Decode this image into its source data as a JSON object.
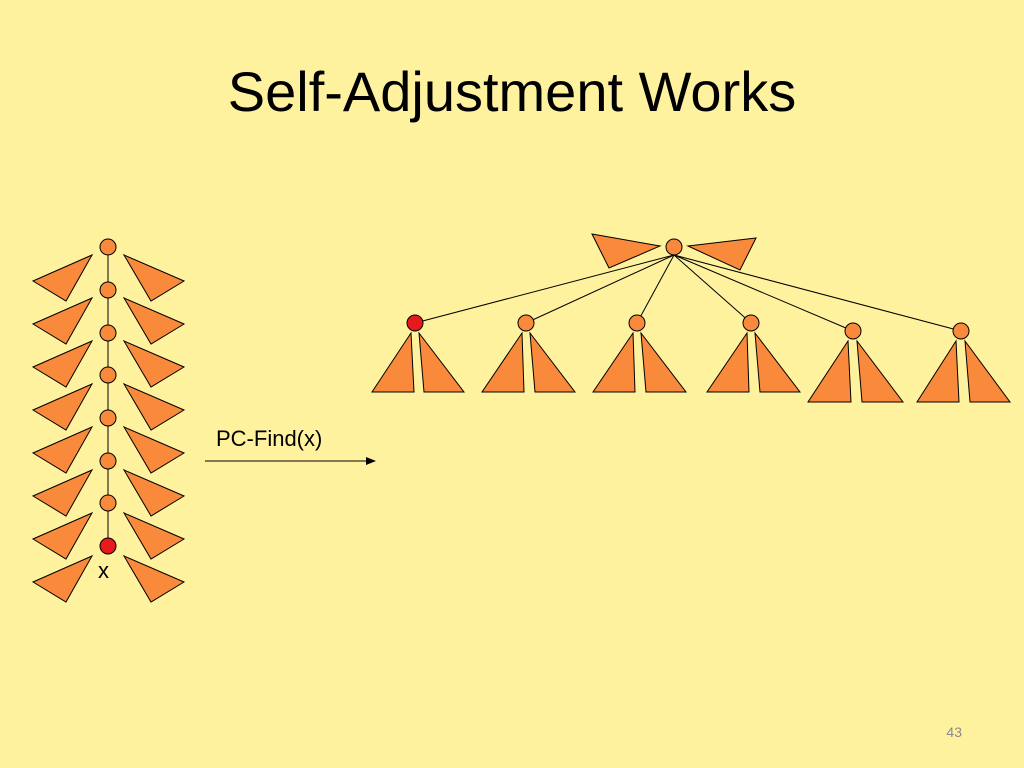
{
  "slide": {
    "title": "Self-Adjustment Works",
    "operation_label": "PC-Find(x)",
    "target_node_label": "x",
    "page_number": "43"
  },
  "colors": {
    "background": "#FFF29F",
    "subtree": "#F98A3C",
    "node": "#F98A3C",
    "target_node": "#E61A1A"
  },
  "diagram": {
    "before": {
      "description_path_nodes": 8,
      "target_index": 7
    },
    "after": {
      "root_children": 6,
      "target_child_index": 0
    }
  }
}
